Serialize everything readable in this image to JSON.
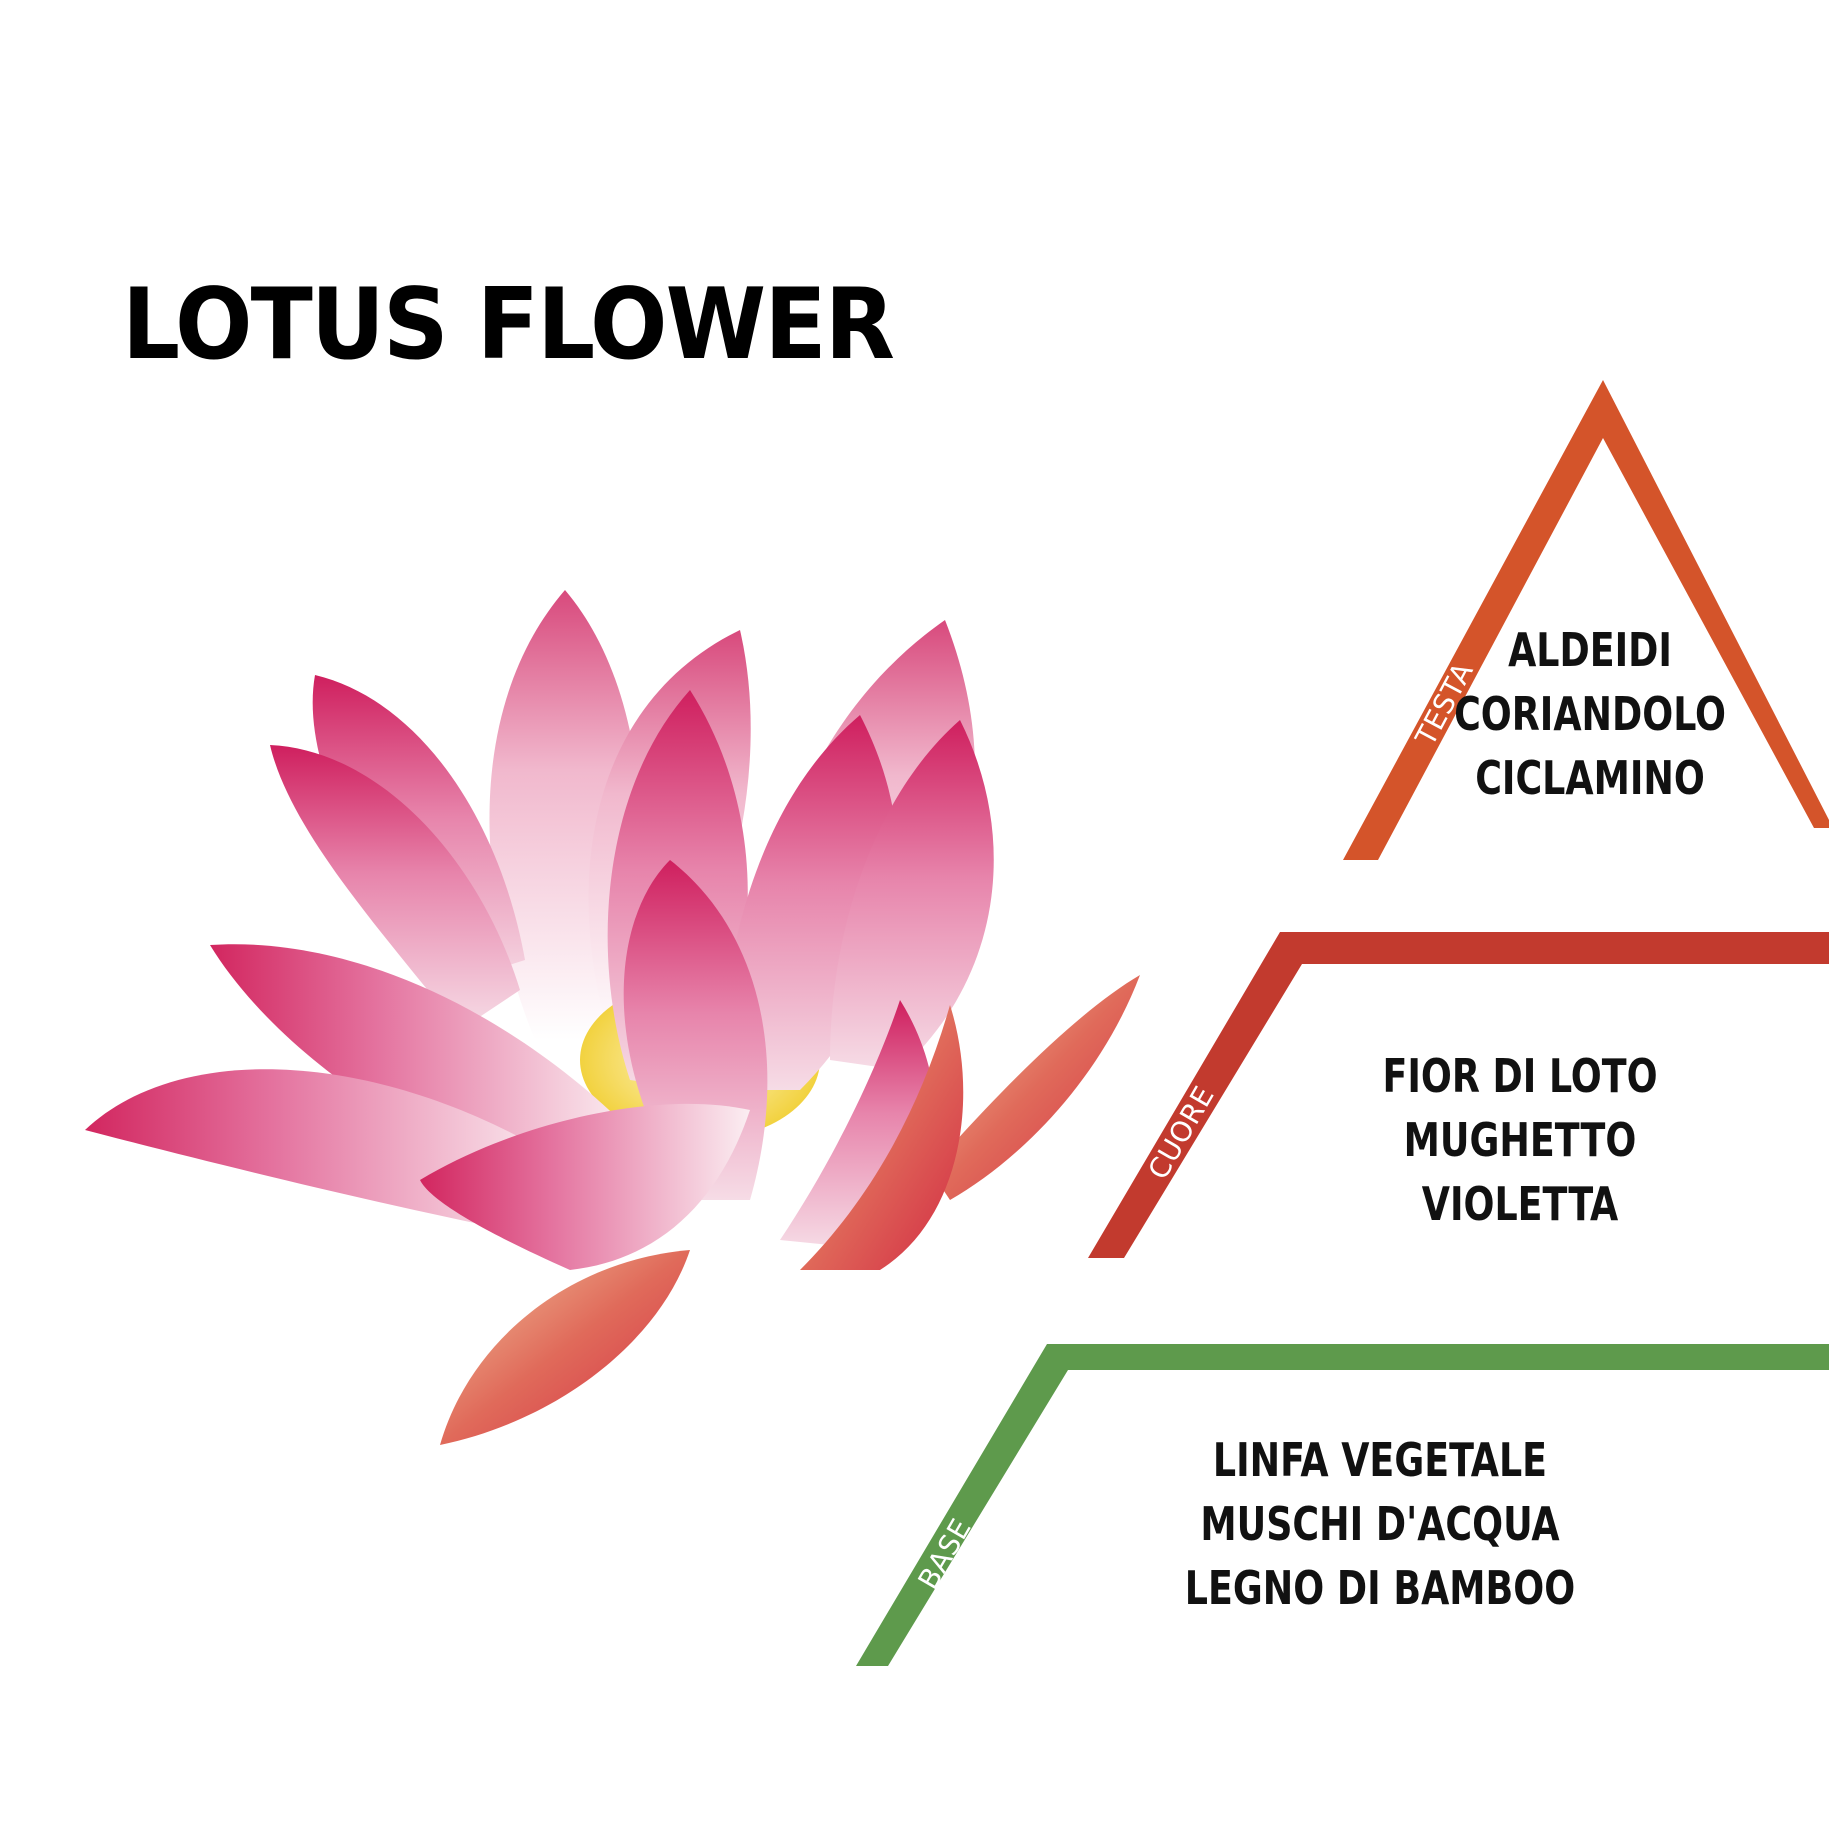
{
  "title": "LOTUS FLOWER",
  "pyramid": {
    "tiers": [
      {
        "label": "TESTA",
        "color": "#d4542a",
        "notes": [
          "ALDEIDI",
          "CORIANDOLO",
          "CICLAMINO"
        ]
      },
      {
        "label": "CUORE",
        "color": "#c23a2e",
        "notes": [
          "FIOR DI LOTO",
          "MUGHETTO",
          "VIOLETTA"
        ]
      },
      {
        "label": "BASE",
        "color": "#5e9a4c",
        "notes": [
          "LINFA VEGETALE",
          "MUSCHI D'ACQUA",
          "LEGNO DI BAMBOO"
        ]
      }
    ]
  },
  "colors": {
    "petal_pink": "#d6306a",
    "petal_light": "#fbe9ef",
    "center_yellow": "#f3dd55"
  }
}
